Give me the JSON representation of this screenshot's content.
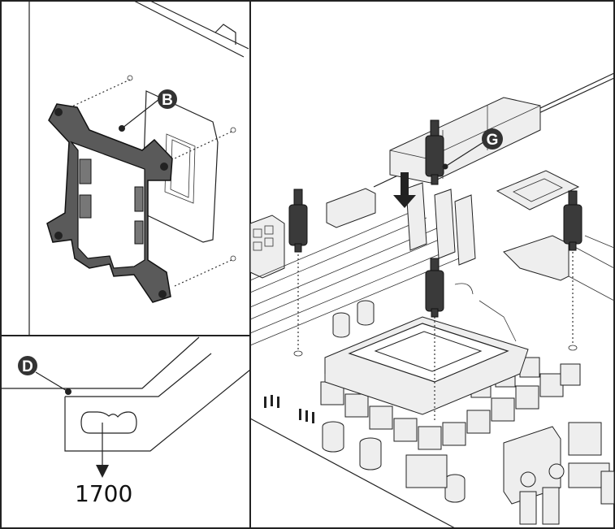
{
  "labels": {
    "b": "B",
    "d": "D",
    "g": "G"
  },
  "socket_text": "1700",
  "colors": {
    "line": "#222222",
    "bracket": "#555555",
    "badge": "#333333",
    "standoff": "#3a3a3a"
  }
}
